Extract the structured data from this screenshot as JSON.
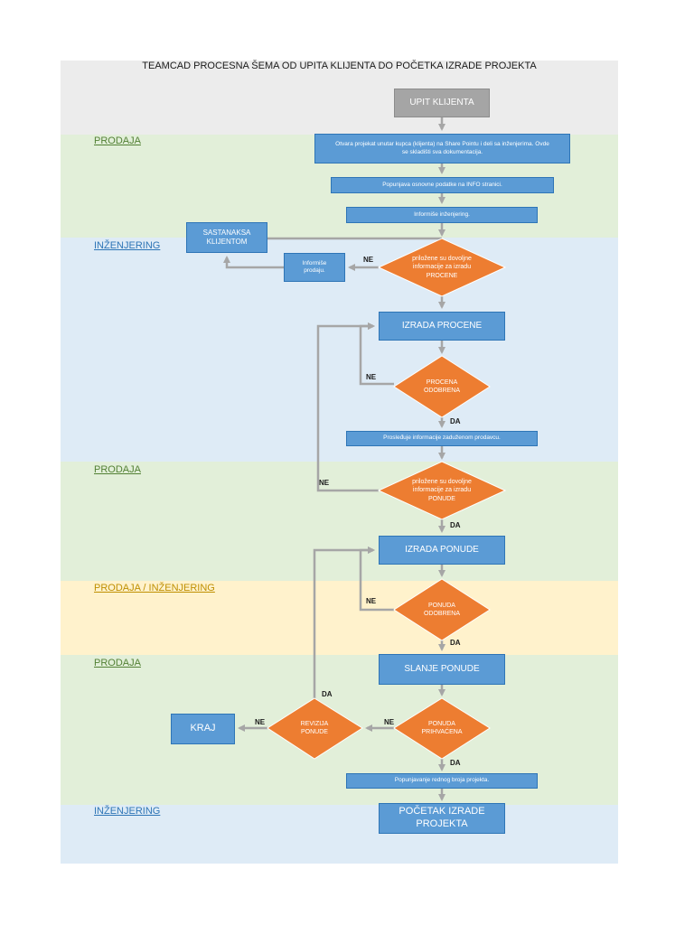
{
  "title": "TEAMCAD PROCESNA ŠEMA OD UPITA KLIJENTA DO POČETKA IZRADE PROJEKTA",
  "lanes": {
    "prodaja_1": "PRODAJA",
    "inzenjering_1": "INŽENJERING",
    "prodaja_2": "PRODAJA",
    "prodaja_inzenjering": "PRODAJA / INŽENJERING",
    "prodaja_3": "PRODAJA",
    "inzenjering_2": "INŽENJERING"
  },
  "nodes": {
    "upit": "UPIT KLIJENTA",
    "otvara": "Otvara projekat unutar kupca (klijenta) na Share Pointu i deli sa inženjerima. Ovde se skladišti sva dokumentacija.",
    "popunjava": "Popunjava osnovne podatke na INFO stranici.",
    "informise_inz": "Informiše inženjering.",
    "sastanak": "SASTANAKSA KLIJENTOM",
    "informise_prod": "Informiše prodaju.",
    "dec_info_procene": "priložene su dovoljne informacije za izradu PROCENE",
    "izrada_procene": "IZRADA PROCENE",
    "dec_procena": "PROCENA ODOBRENA",
    "prosledjuje": "Prosleđuje informacije zaduženom prodavcu.",
    "dec_info_ponude": "priložene su dovoljne informacije za izradu PONUDE",
    "izrada_ponude": "IZRADA PONUDE",
    "dec_ponuda_odobrena": "PONUDA ODOBRENA",
    "slanje_ponude": "SLANJE PONUDE",
    "dec_ponuda_prihvacena": "PONUDA PRIHVAĆENA",
    "dec_revizija": "REVIZIJA PONUDE",
    "kraj": "KRAJ",
    "popunjavanje_broja": "Popunjavanje rednog broja projekta.",
    "pocetak": "POČETAK IZRADE PROJEKTA"
  },
  "edge_labels": {
    "ne_info_procene": "NE",
    "ne_procena": "NE",
    "da_procena": "DA",
    "ne_info_ponude": "NE",
    "da_info_ponude": "DA",
    "ne_ponuda_odobrena": "NE",
    "da_ponuda_odobrena": "DA",
    "da_revizija": "DA",
    "ne_revizija": "NE",
    "ne_prihvacena": "NE",
    "da_prihvacena": "DA"
  },
  "colors": {
    "header_band": "#ececec",
    "prodaja_band": "#e2efd9",
    "inzenjering_band": "#deebf6",
    "mixed_band": "#fff2cc",
    "process_box": "#5b9bd5",
    "start_box": "#a5a5a5",
    "decision": "#ed7d31",
    "connector": "#a6a6a6",
    "prodaja_label": "#538135",
    "inzenjering_label": "#2e75b6",
    "mixed_label": "#bf8f00"
  }
}
